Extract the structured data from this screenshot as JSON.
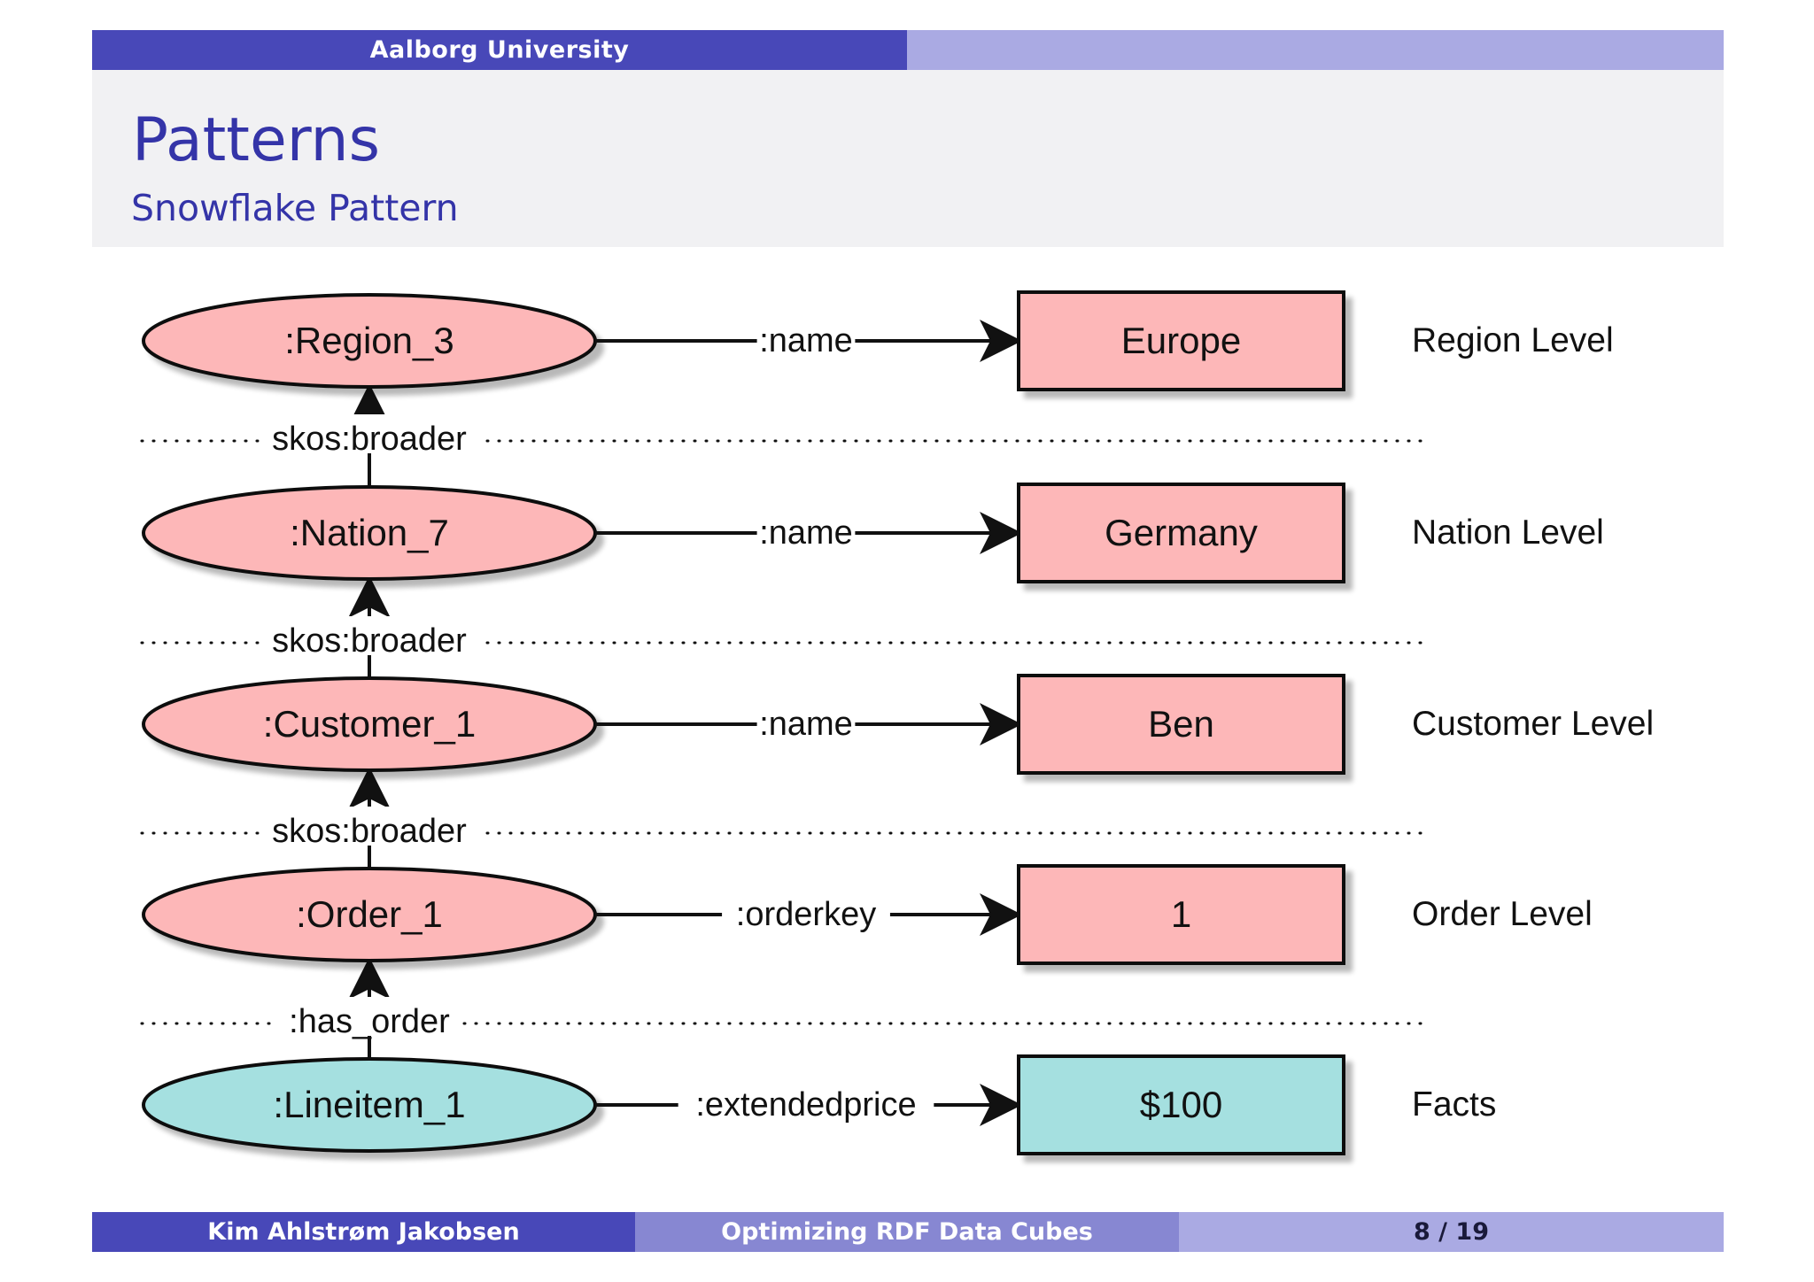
{
  "header": {
    "institution": "Aalborg University",
    "title": "Patterns",
    "subtitle": "Snowflake Pattern"
  },
  "diagram": {
    "colors": {
      "dimension": "#fdb7b8",
      "fact": "#a5e0e0",
      "stroke": "#111111"
    },
    "rows": [
      {
        "node": ":Region_3",
        "predicate": ":name",
        "value": "Europe",
        "level": "Region Level",
        "kind": "dimension"
      },
      {
        "node": ":Nation_7",
        "predicate": ":name",
        "value": "Germany",
        "level": "Nation Level",
        "kind": "dimension"
      },
      {
        "node": ":Customer_1",
        "predicate": ":name",
        "value": "Ben",
        "level": "Customer Level",
        "kind": "dimension"
      },
      {
        "node": ":Order_1",
        "predicate": ":orderkey",
        "value": "1",
        "level": "Order Level",
        "kind": "dimension"
      },
      {
        "node": ":Lineitem_1",
        "predicate": ":extendedprice",
        "value": "$100",
        "level": "Facts",
        "kind": "fact"
      }
    ],
    "links": [
      {
        "label": "skos:broader"
      },
      {
        "label": "skos:broader"
      },
      {
        "label": "skos:broader"
      },
      {
        "label": ":has_order"
      }
    ]
  },
  "footer": {
    "author": "Kim Ahlstrøm Jakobsen",
    "talk": "Optimizing RDF Data Cubes",
    "page": "8 / 19"
  }
}
